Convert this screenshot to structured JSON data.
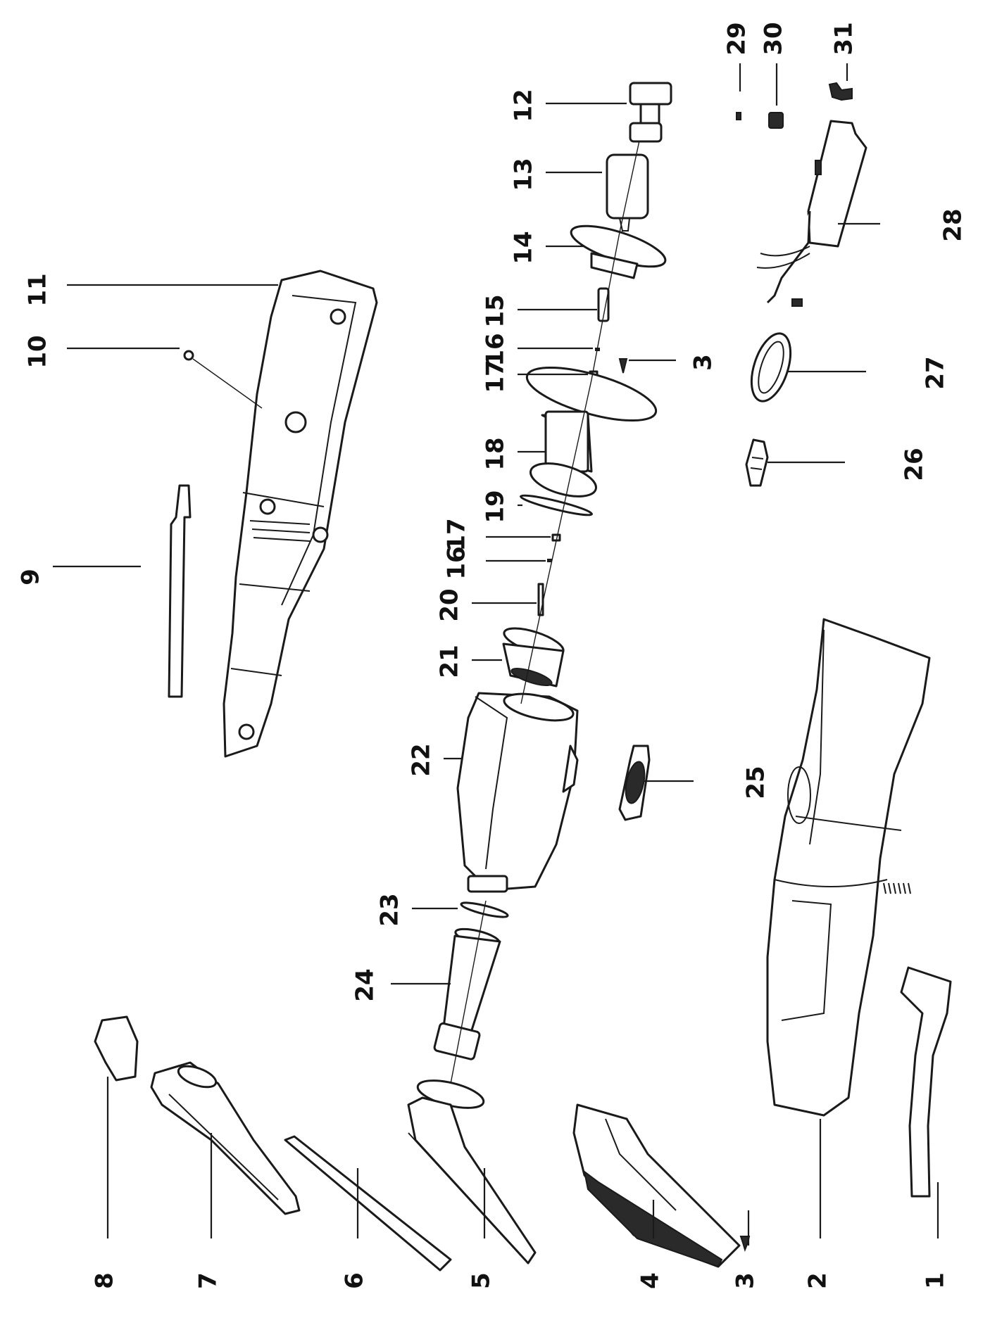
{
  "diagram": {
    "callouts": [
      {
        "id": "1",
        "label": "1"
      },
      {
        "id": "2",
        "label": "2"
      },
      {
        "id": "3a",
        "label": "3"
      },
      {
        "id": "3b",
        "label": "3"
      },
      {
        "id": "4",
        "label": "4"
      },
      {
        "id": "5",
        "label": "5"
      },
      {
        "id": "6",
        "label": "6"
      },
      {
        "id": "7",
        "label": "7"
      },
      {
        "id": "8",
        "label": "8"
      },
      {
        "id": "9",
        "label": "9"
      },
      {
        "id": "10",
        "label": "10"
      },
      {
        "id": "11",
        "label": "11"
      },
      {
        "id": "12",
        "label": "12"
      },
      {
        "id": "13",
        "label": "13"
      },
      {
        "id": "14",
        "label": "14"
      },
      {
        "id": "15",
        "label": "15"
      },
      {
        "id": "16a",
        "label": "16"
      },
      {
        "id": "16b",
        "label": "16"
      },
      {
        "id": "17a",
        "label": "17"
      },
      {
        "id": "17b",
        "label": "17"
      },
      {
        "id": "18",
        "label": "18"
      },
      {
        "id": "19",
        "label": "19"
      },
      {
        "id": "20",
        "label": "20"
      },
      {
        "id": "21",
        "label": "21"
      },
      {
        "id": "22",
        "label": "22"
      },
      {
        "id": "23",
        "label": "23"
      },
      {
        "id": "24",
        "label": "24"
      },
      {
        "id": "25",
        "label": "25"
      },
      {
        "id": "26",
        "label": "26"
      },
      {
        "id": "27",
        "label": "27"
      },
      {
        "id": "28",
        "label": "28"
      },
      {
        "id": "29",
        "label": "29"
      },
      {
        "id": "30",
        "label": "30"
      },
      {
        "id": "31",
        "label": "31"
      }
    ]
  }
}
